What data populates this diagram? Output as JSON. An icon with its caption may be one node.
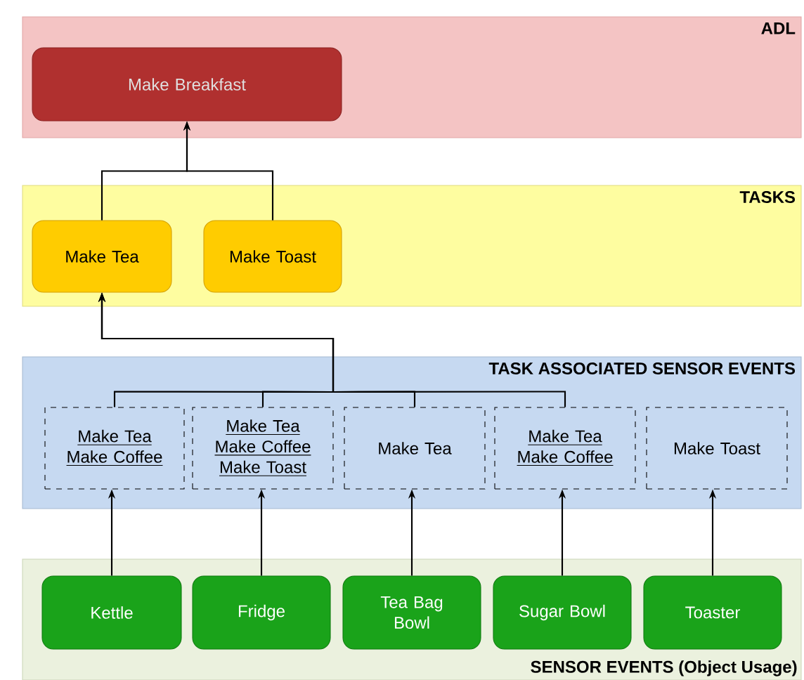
{
  "diagram": {
    "nodes": [
      {
        "text": [
          "ADL"
        ]
      },
      {
        "text": [
          "Make Breakfast"
        ],
        "in": 0
      },
      {
        "text": [
          "TASKS"
        ]
      },
      {
        "text": [
          "Make Tea"
        ],
        "in": 2
      },
      {
        "text": [
          "Make Toast"
        ],
        "in": 2
      },
      {
        "text": [
          "TASK ASSOCIATED SENSOR EVENTS"
        ]
      },
      {
        "text": [
          "Make Tea",
          "Make Coffee"
        ],
        "in": 5
      },
      {
        "text": [
          "Make Tea",
          "Make Coffee",
          "Make Toast"
        ],
        "in": 5
      },
      {
        "text": [
          "Make Tea"
        ],
        "in": 5
      },
      {
        "text": [
          "Make Tea",
          "Make Coffee"
        ],
        "in": 5
      },
      {
        "text": [
          "Make Toast"
        ],
        "in": 5
      },
      {
        "text": [
          "SENSOR EVENTS (Object Usage)"
        ]
      },
      {
        "text": [
          "Kettle"
        ],
        "in": 11
      },
      {
        "text": [
          "Fridge"
        ],
        "in": 11
      },
      {
        "text": [
          "Tea Bag Bowl"
        ],
        "in": 11
      },
      {
        "text": [
          "Sugar Bowl"
        ],
        "in": 11
      },
      {
        "text": [
          "Toaster"
        ],
        "in": 11
      }
    ],
    "edges": [
      {
        "from": 3,
        "to": 1,
        "arrow": "to"
      },
      {
        "from": 4,
        "to": 1,
        "arrow": "to"
      },
      {
        "from": 6,
        "to": 3,
        "arrow": "to"
      },
      {
        "from": 7,
        "to": 3,
        "arrow": "to"
      },
      {
        "from": 8,
        "to": 3,
        "arrow": "to"
      },
      {
        "from": 9,
        "to": 3,
        "arrow": "to"
      },
      {
        "from": 12,
        "to": 6,
        "arrow": "to"
      },
      {
        "from": 13,
        "to": 7,
        "arrow": "to"
      },
      {
        "from": 14,
        "to": 8,
        "arrow": "to"
      },
      {
        "from": 15,
        "to": 9,
        "arrow": "to"
      },
      {
        "from": 16,
        "to": 10,
        "arrow": "to"
      }
    ]
  }
}
